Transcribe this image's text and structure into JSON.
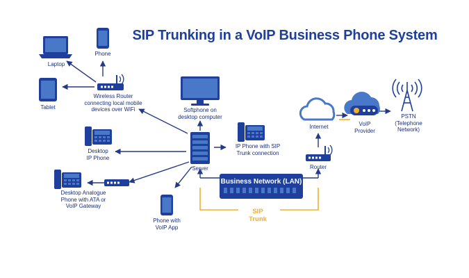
{
  "title": "SIP Trunking in a VoIP Business Phone System",
  "colors": {
    "navy": "#1e3f9c",
    "line": "#233a86",
    "trunk": "#f2b02a",
    "cloud": "#4a78c9"
  },
  "nodes": {
    "laptop": "Laptop",
    "phone": "Phone",
    "tablet": "Tablet",
    "wireless_router": "Wireless Router\nconnecting local mobile\ndevices over WiFi",
    "softphone": "Softphone on\ndesktop computer",
    "desktop_ip_phone": "Desktop\nIP Phone",
    "ip_phone_sip": "IP Phone with SIP\nTrunk connection",
    "server": "Server",
    "analogue_phone": "Desktop Analogue\nPhone with ATA or\nVoIP Gateway",
    "phone_voip_app": "Phone with\nVoIP App",
    "business_network": "Business Network (LAN)",
    "router": "Router",
    "internet": "Internet",
    "voip_provider": "VoIP\nProvider",
    "pstn": "PSTN\n(Telephone\nNetwork)"
  },
  "sip_trunk": "SIP\nTrunk"
}
